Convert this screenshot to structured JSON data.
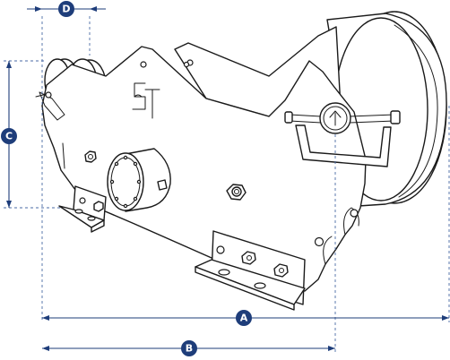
{
  "dimensions": {
    "a": {
      "label": "A"
    },
    "b": {
      "label": "B"
    },
    "c": {
      "label": "C"
    },
    "d": {
      "label": "D"
    }
  },
  "colors": {
    "dimension": "#1e3d7a",
    "outline": "#1a1a1a",
    "background": "#ffffff"
  },
  "icons": [
    "up-arrow-icon",
    "logo-mark"
  ]
}
